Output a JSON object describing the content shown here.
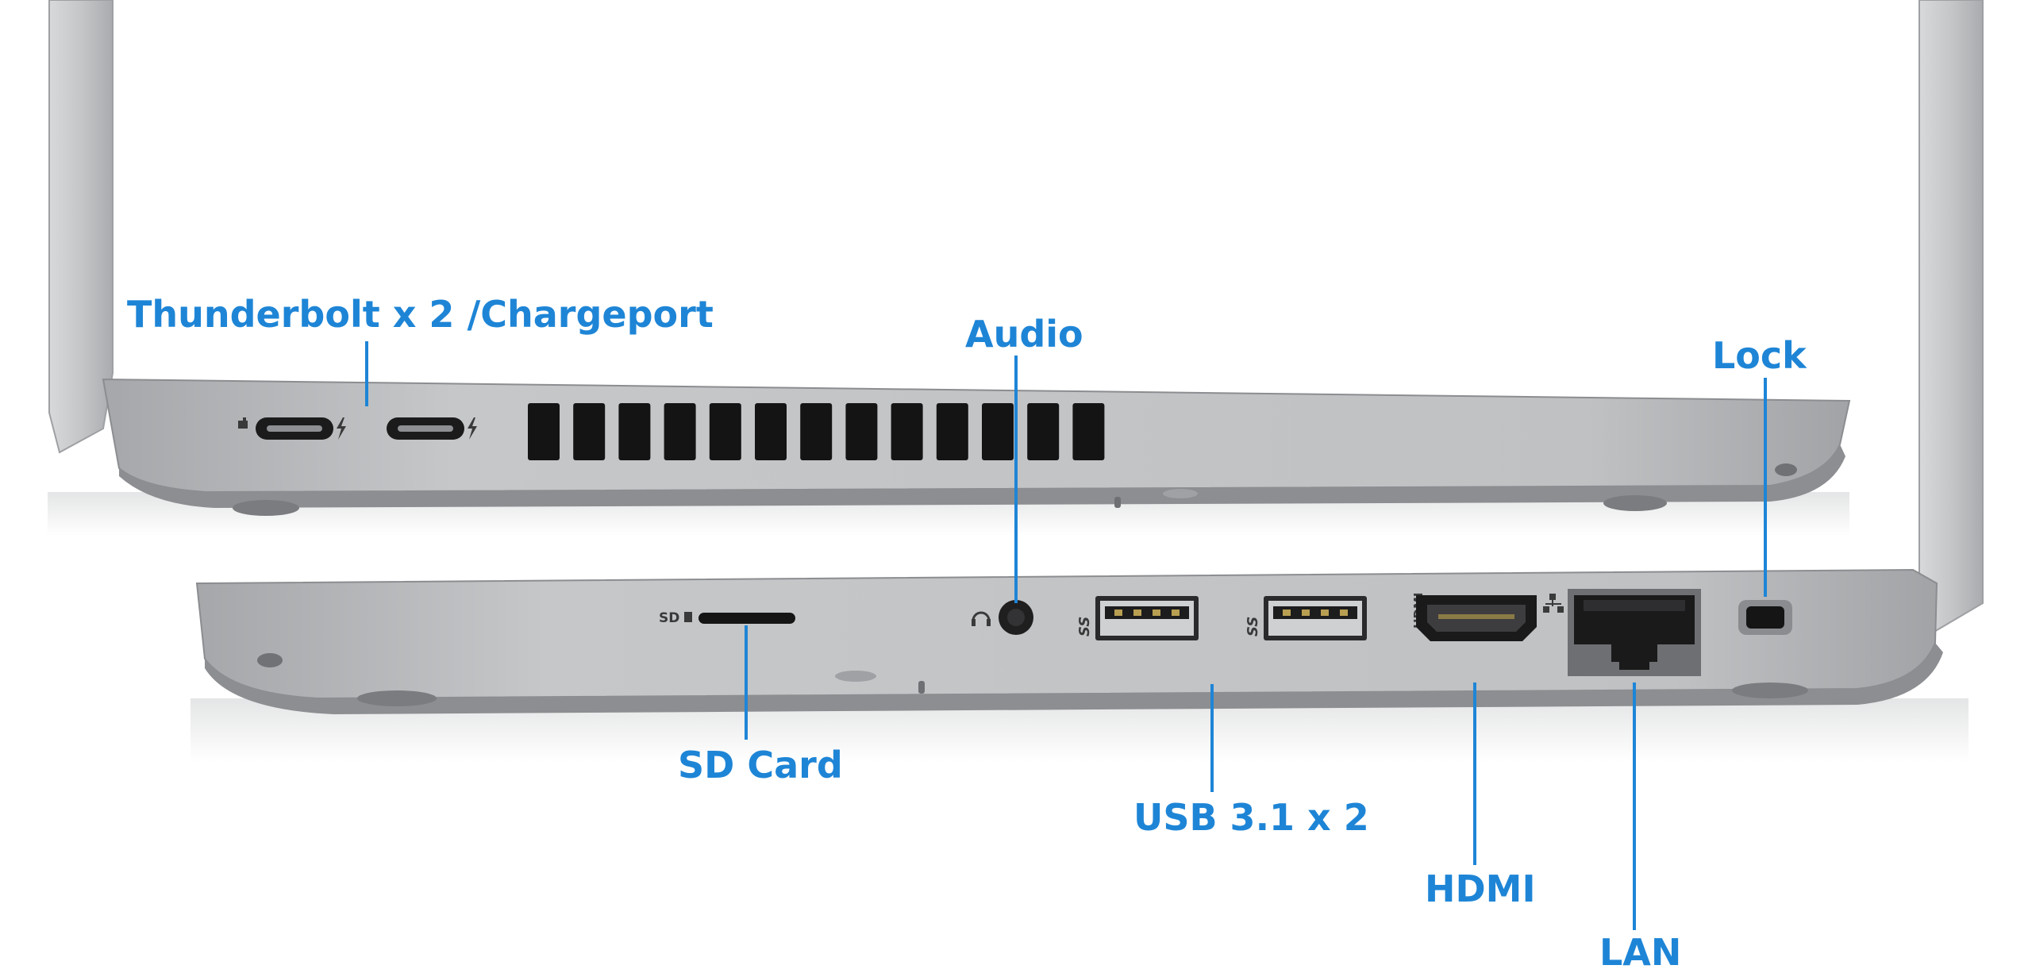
{
  "labels": {
    "thunderbolt": "Thunderbolt x 2 /Chargeport",
    "audio": "Audio",
    "lock": "Lock",
    "sd_card": "SD Card",
    "usb": "USB 3.1 x 2",
    "hdmi": "HDMI",
    "lan": "LAN"
  },
  "port_markings": {
    "sd": "SD",
    "usb_ss_1": "SS",
    "usb_ss_2": "SS",
    "hdmi_vertical": "HDMI"
  },
  "colors": {
    "callout": "#1e85d6",
    "chassis": "#b9bbbe",
    "chassis_dark": "#8e9093",
    "port": "#1a1a1a"
  }
}
